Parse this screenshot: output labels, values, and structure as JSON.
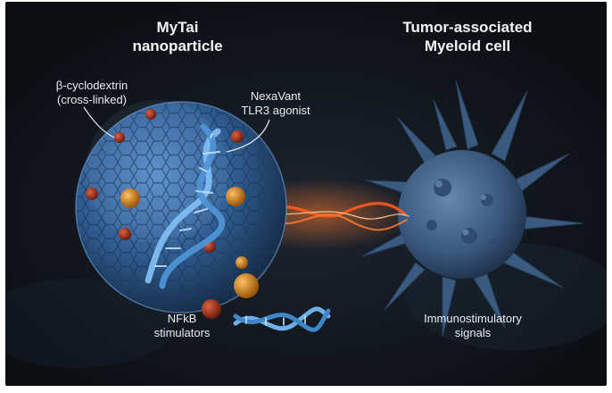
{
  "nanoparticle": {
    "title_line1": "MyTai",
    "title_line2": "nanoparticle",
    "cyclodextrin_line1": "β-cyclodextrin",
    "cyclodextrin_line2": "(cross-linked)",
    "agonist_line1": "NexaVant",
    "agonist_line2": "TLR3 agonist",
    "stimulators_line1": "NFkB",
    "stimulators_line2": "stimulators"
  },
  "myeloid_cell": {
    "title_line1": "Tumor-associated",
    "title_line2": "Myeloid cell",
    "signals_line1": "Immunostimulatory",
    "signals_line2": "signals"
  },
  "colors": {
    "background": "#111318",
    "nanoparticle_blue": "#3c6fa8",
    "cell_blue": "#3e5f86",
    "energy_orange": "#ff5a1f",
    "red_particle": "#a5321f",
    "gold_particle": "#d98a1e"
  }
}
